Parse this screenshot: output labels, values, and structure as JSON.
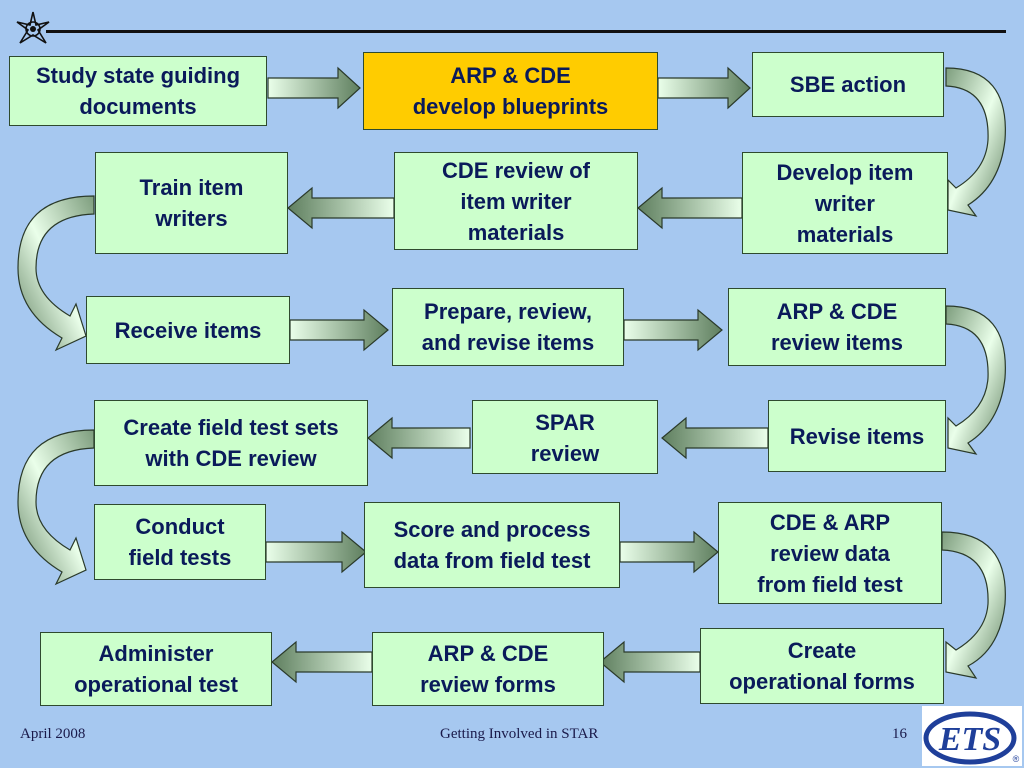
{
  "boxes": {
    "study": "Study state guiding\ndocuments",
    "arp_blueprints": "ARP & CDE\ndevelop blueprints",
    "sbe": "SBE action",
    "train": "Train item\nwriters",
    "cde_review_writer": "CDE review of\nitem writer\nmaterials",
    "develop_writer": "Develop item\nwriter\nmaterials",
    "receive": "Receive items",
    "prepare": "Prepare, review,\nand revise items",
    "arp_review_items": "ARP & CDE\nreview items",
    "create_field": "Create field test sets\nwith CDE review",
    "spar": "SPAR\nreview",
    "revise": "Revise items",
    "conduct": "Conduct\nfield tests",
    "score": "Score and process\ndata from field test",
    "cde_arp_data": "CDE & ARP\nreview data\nfrom field test",
    "administer": "Administer\noperational test",
    "arp_forms": "ARP & CDE\nreview forms",
    "create_forms": "Create\noperational forms"
  },
  "footer": {
    "date": "April  2008",
    "title": "Getting Involved in STAR",
    "page": "16"
  },
  "logo": {
    "text": "ETS",
    "mark": "®"
  },
  "colors": {
    "background": "#a6c8f0",
    "box_fill": "#ccffcc",
    "highlight_box_fill": "#ffcc00",
    "text": "#0a1a5a"
  }
}
